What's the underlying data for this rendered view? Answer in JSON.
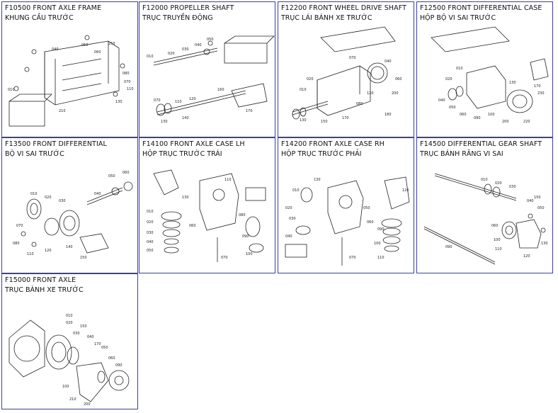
{
  "panels": [
    {
      "code": "F10500 FRONT AXLE FRAME",
      "vn": "KHUNG CẦU TRƯỚC",
      "parts": [
        "040",
        "050",
        "060",
        "080",
        "070",
        "110",
        "130",
        "210",
        "250",
        "010"
      ]
    },
    {
      "code": "F12000 PROPELLER SHAFT",
      "vn": "TRỤC TRUYỀN ĐỘNG",
      "parts": [
        "010",
        "020",
        "030",
        "040",
        "050",
        "070",
        "110",
        "120",
        "130",
        "140",
        "160",
        "170"
      ]
    },
    {
      "code": "F12200 FRONT WHEEL DRIVE SHAFT",
      "vn": "TRỤC LÁI BÁNH XE TRƯỚC",
      "parts": [
        "010",
        "020",
        "040",
        "060",
        "070",
        "080",
        "120",
        "130",
        "150",
        "170",
        "180",
        "200"
      ]
    },
    {
      "code": "F12500 FRONT DIFFERENTIAL CASE",
      "vn": "HỘP BỘ VI SAI TRƯỚC",
      "parts": [
        "010",
        "020",
        "040",
        "050",
        "060",
        "090",
        "100",
        "130",
        "170",
        "200",
        "220",
        "230"
      ]
    },
    {
      "code": "F13500 FRONT DIFFERENTIAL",
      "vn": "BỘ VI SAI TRƯỚC",
      "parts": [
        "010",
        "020",
        "030",
        "040",
        "050",
        "060",
        "070",
        "080",
        "110",
        "120",
        "140",
        "150"
      ]
    },
    {
      "code": "F14100 FRONT AXLE CASE LH",
      "vn": "HỘP TRỤC TRƯỚC TRÁI",
      "parts": [
        "010",
        "020",
        "030",
        "040",
        "050",
        "060",
        "070",
        "080",
        "090",
        "100",
        "110",
        "130"
      ]
    },
    {
      "code": "F14200 FRONT AXLE CASE RH",
      "vn": "HỘP TRỤC TRƯỚC PHẢI",
      "parts": [
        "010",
        "020",
        "030",
        "040",
        "050",
        "060",
        "070",
        "090",
        "100",
        "110",
        "120",
        "130"
      ]
    },
    {
      "code": "F14500 DIFFERENTIAL GEAR SHAFT",
      "vn": "TRỤC BÁNH RĂNG VI SAI",
      "parts": [
        "010",
        "020",
        "030",
        "040",
        "050",
        "060",
        "090",
        "100",
        "110",
        "120",
        "130",
        "150"
      ]
    },
    {
      "code": "F15000 FRONT AXLE",
      "vn": "TRỤC BÁNH XE TRƯỚC",
      "parts": [
        "010",
        "020",
        "030",
        "040",
        "050",
        "060",
        "090",
        "100",
        "150",
        "170",
        "200",
        "210"
      ]
    }
  ],
  "colors": {
    "border": "#3a3fa8",
    "line": "#222222"
  }
}
